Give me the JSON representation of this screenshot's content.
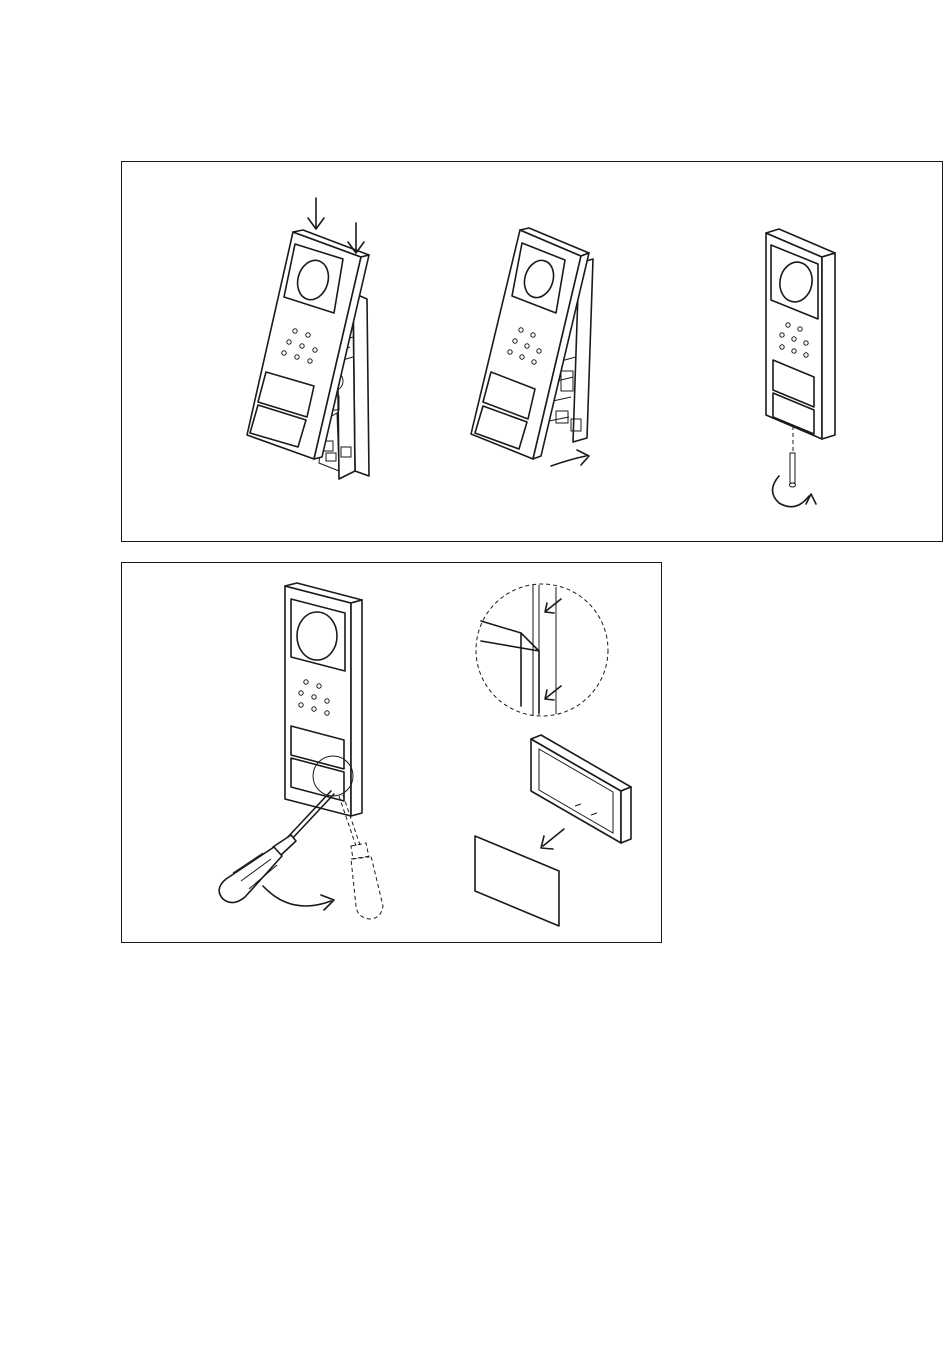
{
  "figure": {
    "panels": [
      {
        "steps": [
          {
            "action": "press-down-then-tilt"
          },
          {
            "action": "rotate-close"
          },
          {
            "action": "tighten-screw"
          }
        ]
      },
      {
        "steps": [
          {
            "action": "lever-out-name-tag-cover"
          },
          {
            "action": "replace-name-label"
          }
        ]
      }
    ],
    "icons": [
      "arrow-down-icon",
      "curved-arrow-icon",
      "screwdriver-icon",
      "magnifier-detail-icon",
      "label-card-icon"
    ],
    "line_color": "#1a1a1a"
  }
}
